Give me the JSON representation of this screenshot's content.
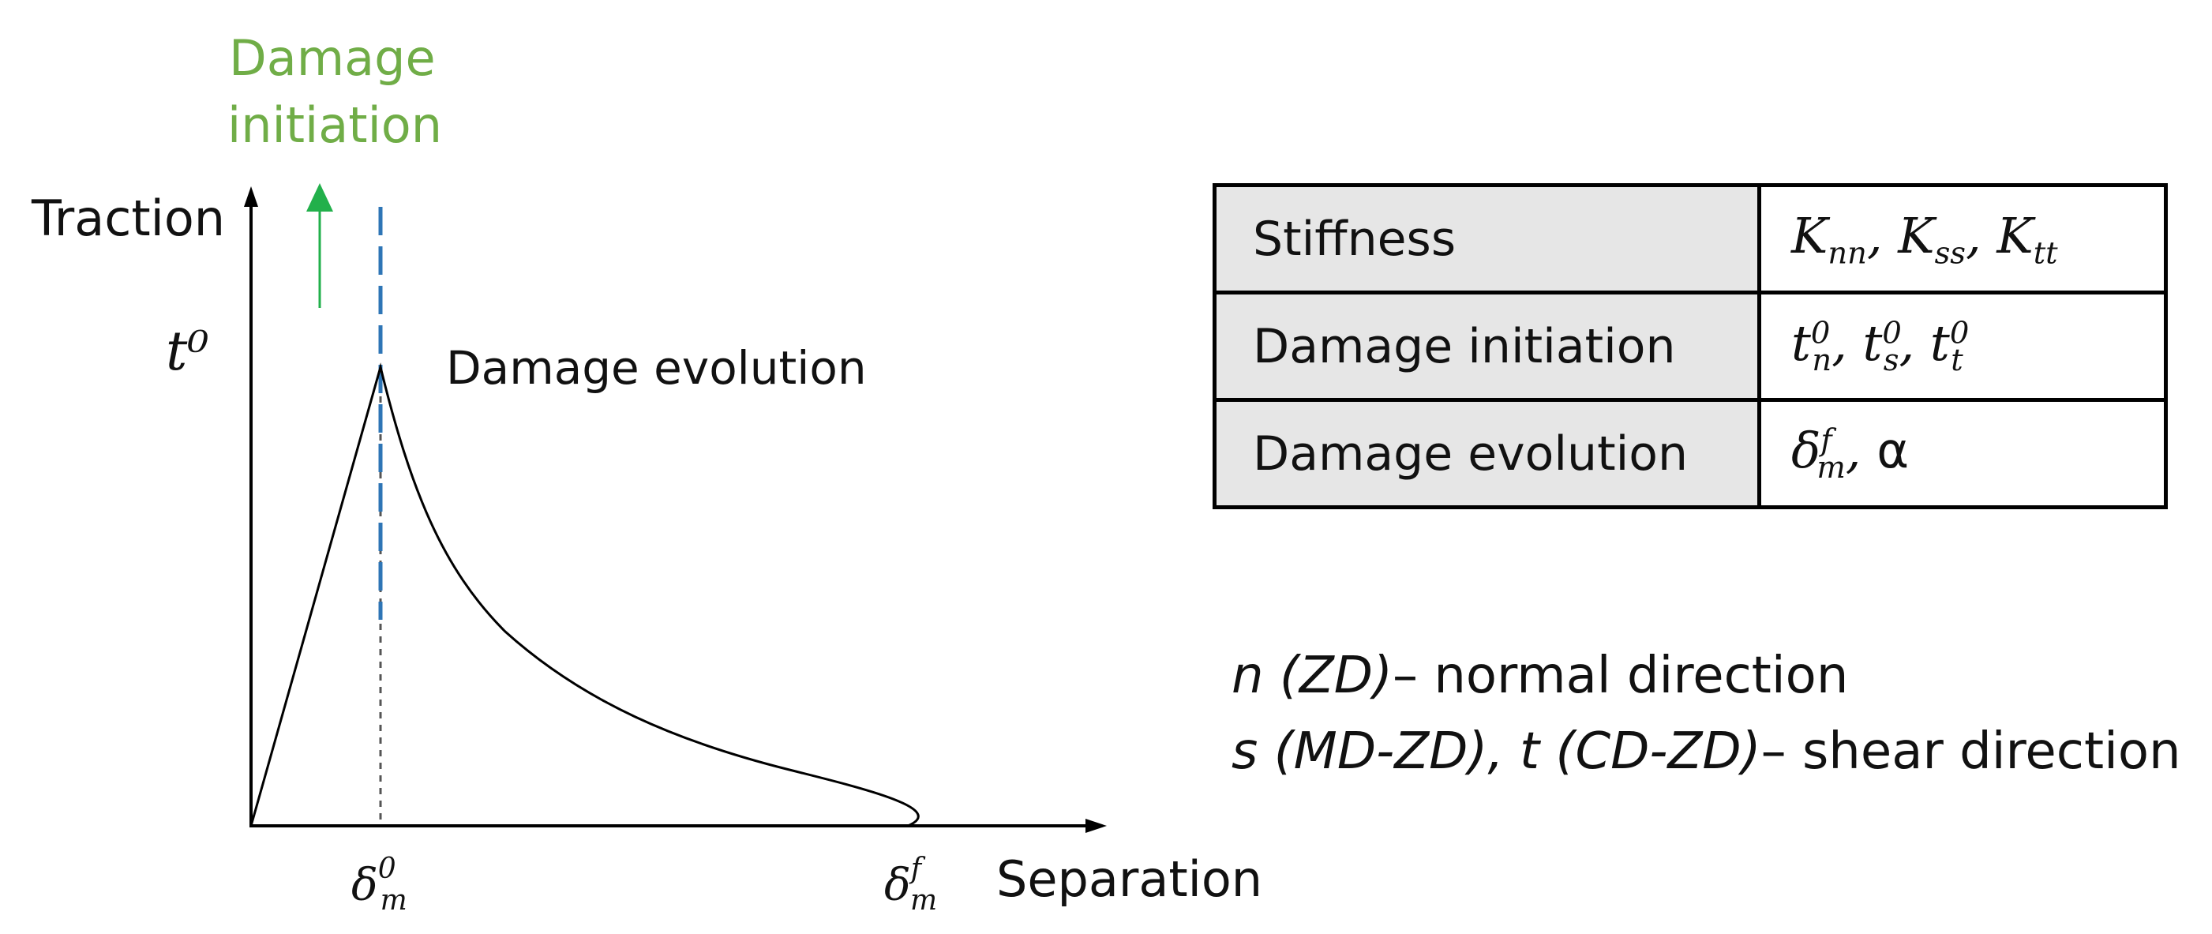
{
  "diagram": {
    "damage_initiation_label_line1": "Damage",
    "damage_initiation_label_line2": "initiation",
    "y_axis_label": "Traction",
    "peak_traction_label": "t⁰",
    "damage_evolution_label": "Damage evolution",
    "x_axis_label": "Separation",
    "delta_initiation_label": "δ⁰m",
    "delta_final_label": "δᶠm",
    "colors": {
      "initiation_arrow": "#22b04b",
      "initiation_text": "#70ad47",
      "dashed_line": "#2e75b6",
      "curve": "#000000"
    }
  },
  "table": {
    "rows": [
      {
        "name": "Stiffness",
        "value": "Knn, Kss, Ktt"
      },
      {
        "name": "Damage initiation",
        "value": "t⁰n, t⁰s, t⁰t"
      },
      {
        "name": "Damage evolution",
        "value": "δᶠm, α"
      }
    ]
  },
  "notes": {
    "line1_italic": "n (ZD)",
    "line1_rest": "– normal direction",
    "line2_italic": "s (MD-ZD), t (CD-ZD)",
    "line2_rest": "– shear direction"
  }
}
